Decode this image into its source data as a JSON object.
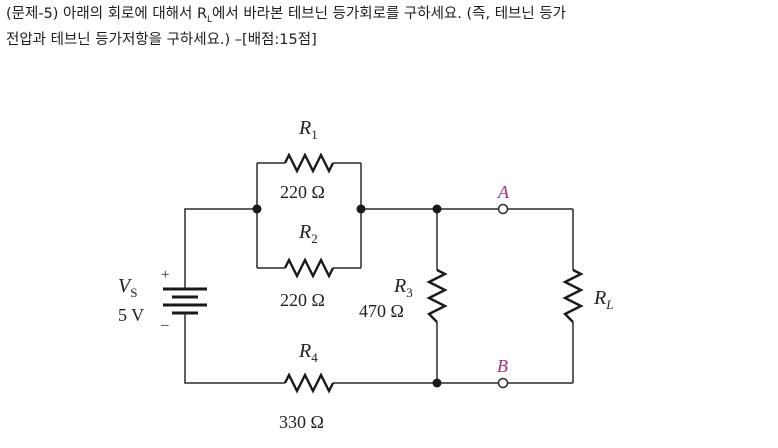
{
  "question": {
    "line1": "(문제-5) 아래의 회로에 대해서 R",
    "line1_sub": "L",
    "line1_rest": "에서 바라본 테브닌 등가회로를 구하세요. (즉, 테브닌 등가",
    "line2": "전압과 테브닌 등가저항을 구하세요.) –[배점:15점]"
  },
  "circuit": {
    "r1": {
      "name": "R",
      "sub": "1",
      "value": "220 Ω"
    },
    "r2": {
      "name": "R",
      "sub": "2",
      "value": "220 Ω"
    },
    "r3": {
      "name": "R",
      "sub": "3",
      "value": "470 Ω"
    },
    "r4": {
      "name": "R",
      "sub": "4",
      "value": "330 Ω"
    },
    "rl": {
      "name": "R",
      "sub": "L"
    },
    "source": {
      "name": "V",
      "sub": "S",
      "value": "5 V",
      "plus": "+",
      "minus": "–"
    },
    "terminal_a": "A",
    "terminal_b": "B"
  }
}
